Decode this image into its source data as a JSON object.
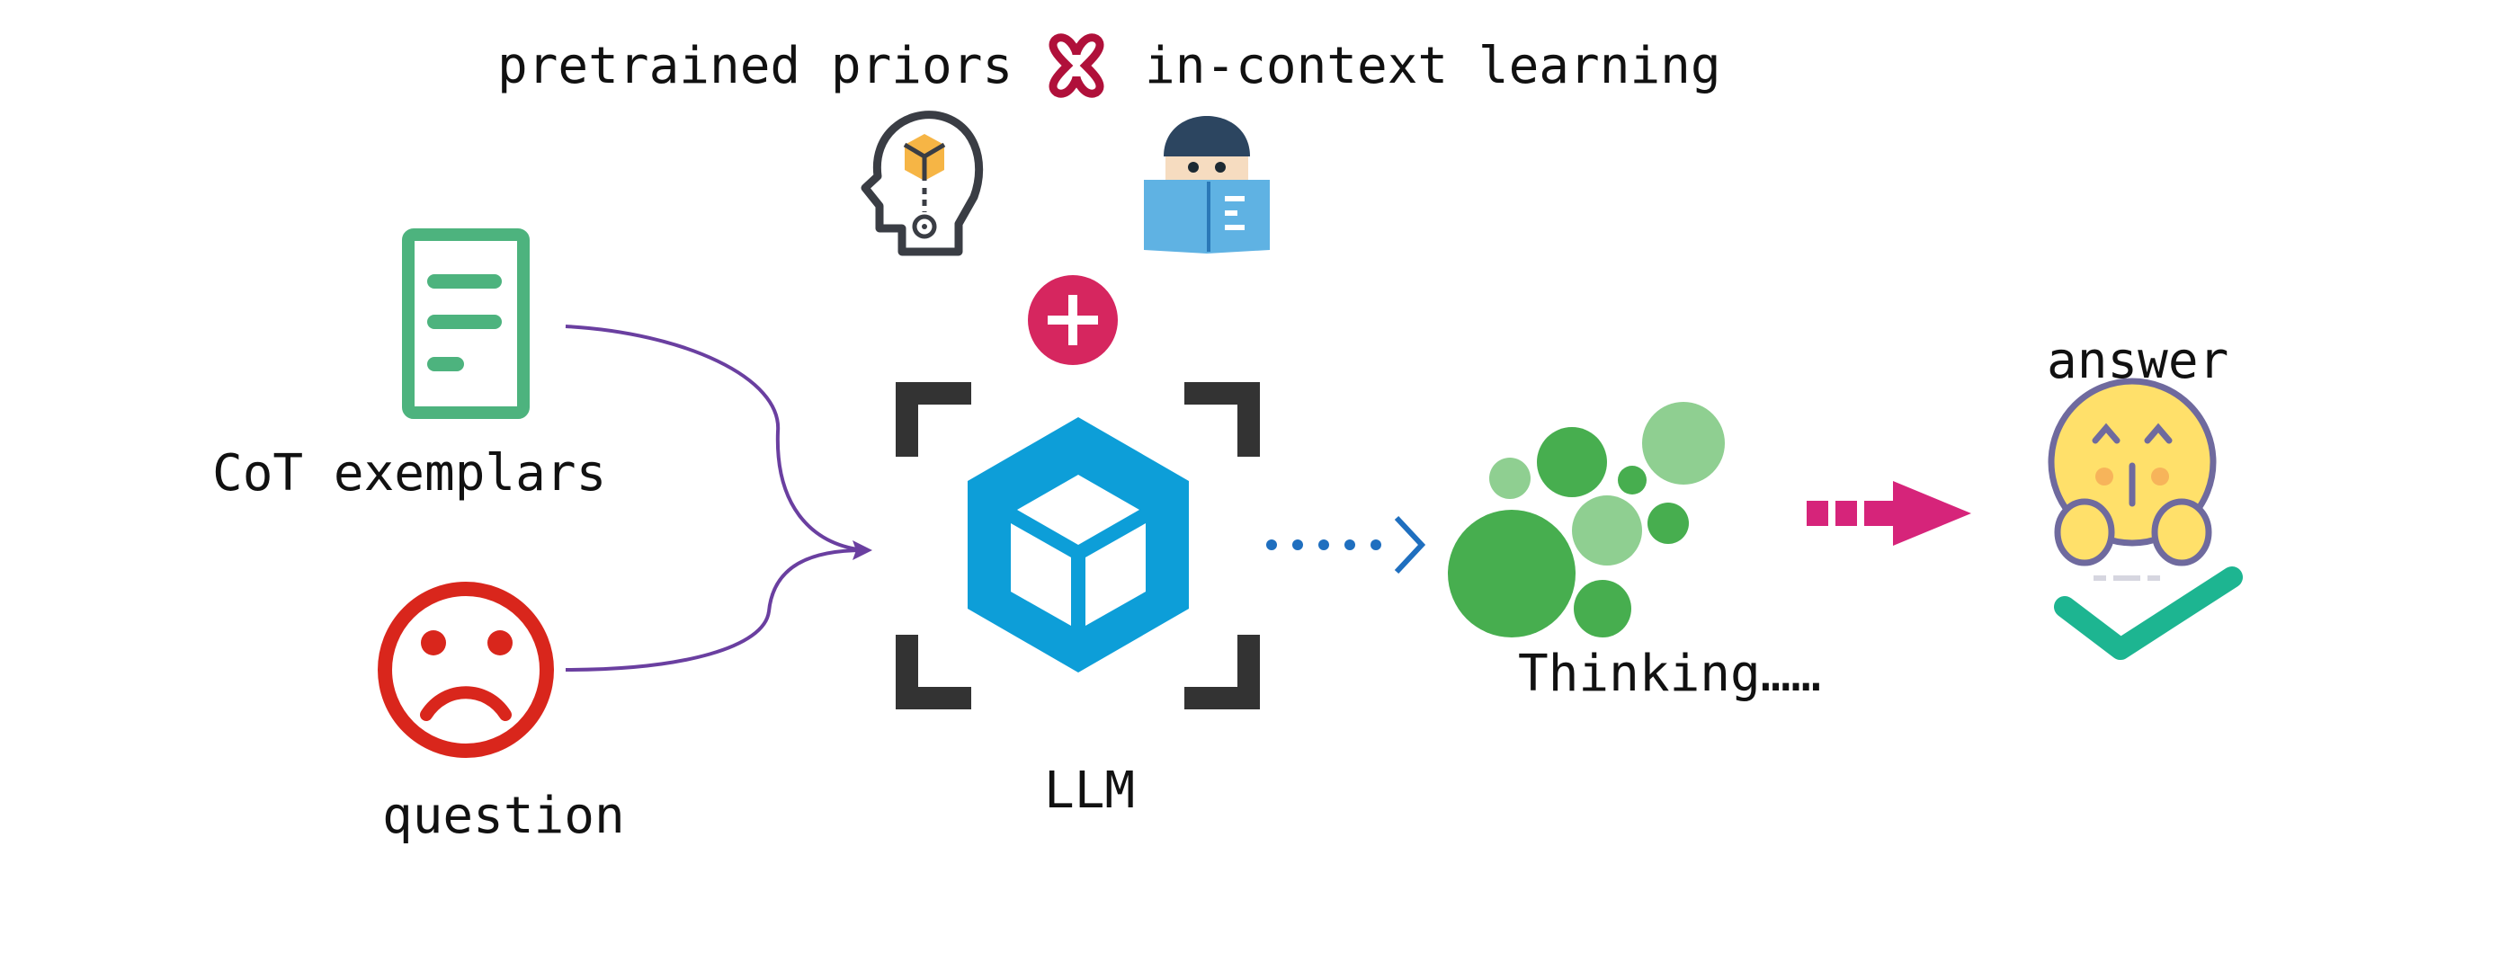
{
  "title": {
    "left": "pretrained priors",
    "right": "in-context learning",
    "operator_icon": "cross-icon"
  },
  "inputs": {
    "exemplars_label": "CoT exemplars",
    "question_label": "question"
  },
  "model": {
    "label": "LLM"
  },
  "process": {
    "thinking_label": "Thinking……"
  },
  "output": {
    "answer_label": "answer"
  },
  "colors": {
    "document": "#4db37e",
    "sad_face": "#d9261c",
    "flow_curve": "#6a3fa0",
    "cube": "#0d9ed8",
    "brackets": "#333333",
    "plus": "#d6265f",
    "cross": "#b0103a",
    "dotted_arrow": "#1f6fbf",
    "bubble_dark": "#47ae4f",
    "bubble_light": "#8fcf91",
    "answer_arrow": "#d6247a",
    "emoji": "#ffe06a",
    "check": "#1db591"
  }
}
